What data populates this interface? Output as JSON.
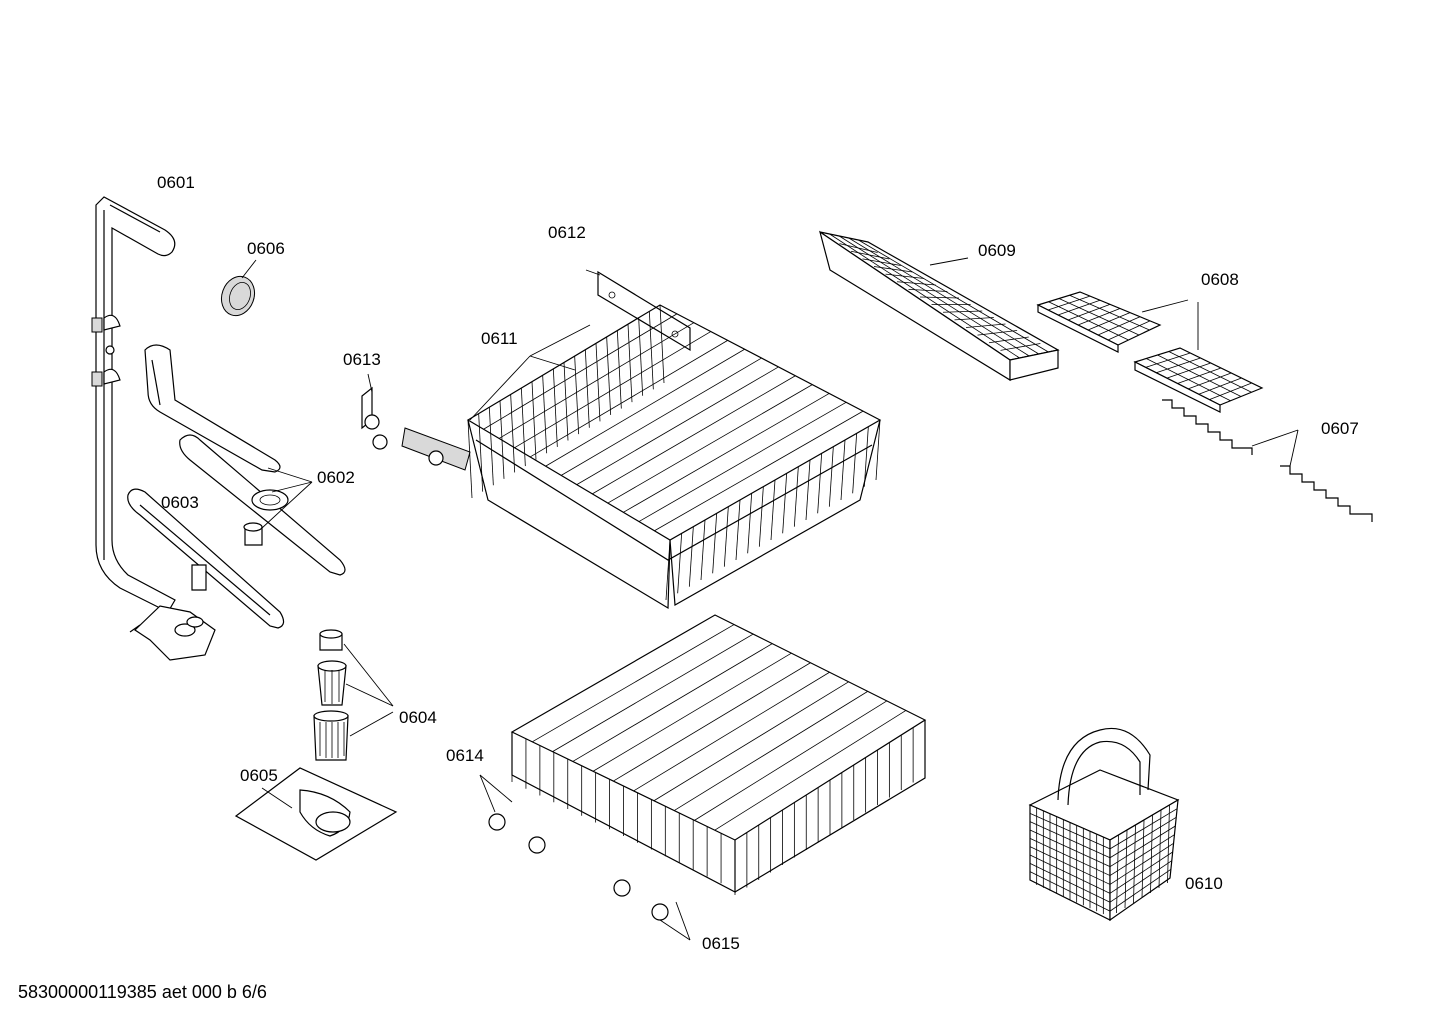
{
  "diagram": {
    "parts": [
      {
        "id": "spray-arm-supply-pipe",
        "label": "0601"
      },
      {
        "id": "spray-arm",
        "label": "0602"
      },
      {
        "id": "lower-spray-arm",
        "label": "0603"
      },
      {
        "id": "filter-set",
        "label": "0604"
      },
      {
        "id": "fine-filter",
        "label": "0605"
      },
      {
        "id": "nozzle",
        "label": "0606"
      },
      {
        "id": "cup-rack-inserts",
        "label": "0607"
      },
      {
        "id": "cup-shelves",
        "label": "0608"
      },
      {
        "id": "cutlery-tray",
        "label": "0609"
      },
      {
        "id": "cutlery-basket",
        "label": "0610"
      },
      {
        "id": "upper-basket",
        "label": "0611"
      },
      {
        "id": "basket-holder",
        "label": "0612"
      },
      {
        "id": "roller-bracket",
        "label": "0613"
      },
      {
        "id": "lower-basket-rollers-front",
        "label": "0614"
      },
      {
        "id": "lower-basket-rollers-rear",
        "label": "0615"
      }
    ],
    "footer": "58300000119385 aet 000 b 6/6"
  }
}
